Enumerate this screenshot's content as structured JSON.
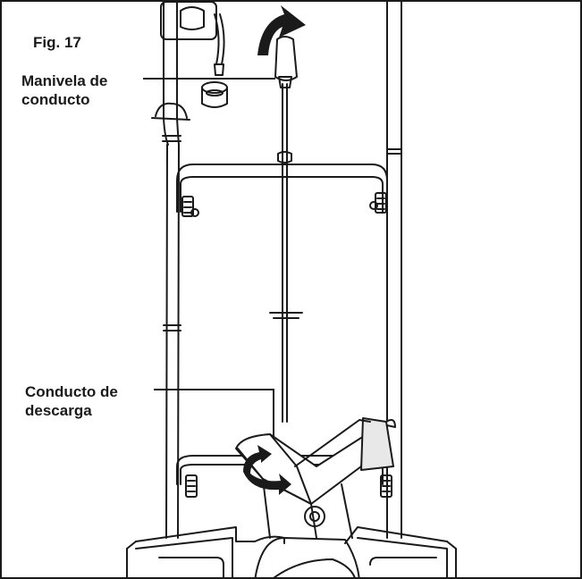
{
  "figure": {
    "title": "Fig. 17",
    "labels": {
      "chute_handle": "Manivela de\nconducto",
      "discharge_chute": "Conducto de\ndescarga"
    },
    "colors": {
      "ink": "#1a1a1a",
      "background": "#ffffff",
      "shade": "#e8e8e8"
    }
  }
}
